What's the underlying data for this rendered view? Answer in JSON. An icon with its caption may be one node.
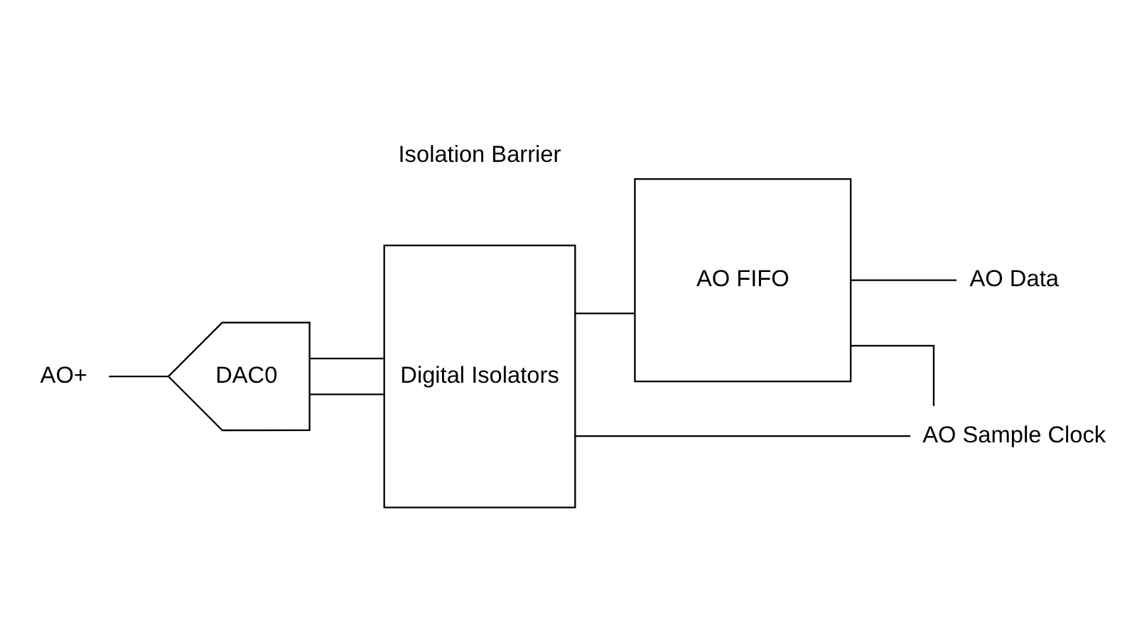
{
  "diagram": {
    "nodes": [
      {
        "text": [
          "AO+"
        ]
      },
      {
        "text": [
          "DAC0"
        ]
      },
      {
        "text": [
          "Digital Isolators"
        ]
      },
      {
        "text": [
          "AO FIFO"
        ]
      },
      {
        "text": [
          "AO Data"
        ]
      },
      {
        "text": [
          "AO Sample Clock"
        ]
      }
    ],
    "edges": [
      {
        "from": 0,
        "to": 1,
        "arrow": "none"
      },
      {
        "from": 1,
        "to": 2,
        "arrow": "none"
      },
      {
        "from": 2,
        "to": 3,
        "arrow": "none"
      },
      {
        "from": 3,
        "to": 4,
        "arrow": "none"
      },
      {
        "from": 1,
        "to": 2,
        "arrow": "none"
      },
      {
        "from": 2,
        "to": 5,
        "arrow": "none"
      },
      {
        "from": 3,
        "to": 5,
        "arrow": "none"
      }
    ],
    "labels": [
      "Isolation Barrier"
    ]
  }
}
